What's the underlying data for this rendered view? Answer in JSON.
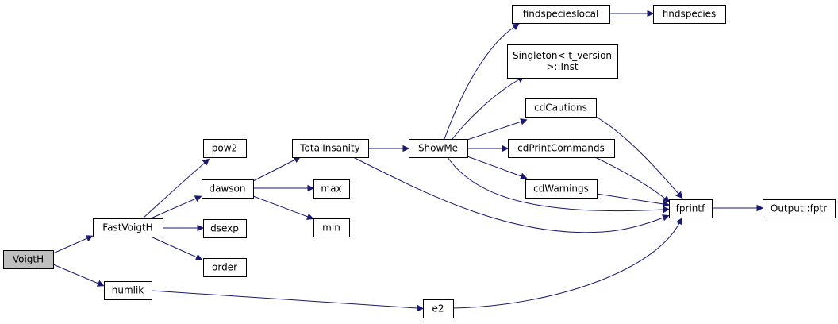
{
  "graph": {
    "nodes": [
      {
        "id": "voigth",
        "label": "VoigtH",
        "highlighted": true
      },
      {
        "id": "fastvoigth",
        "label": "FastVoigtH"
      },
      {
        "id": "humlik",
        "label": "humlik"
      },
      {
        "id": "pow2",
        "label": "pow2"
      },
      {
        "id": "dawson",
        "label": "dawson"
      },
      {
        "id": "dsexp",
        "label": "dsexp"
      },
      {
        "id": "order",
        "label": "order"
      },
      {
        "id": "totalinsanity",
        "label": "TotalInsanity"
      },
      {
        "id": "max",
        "label": "max"
      },
      {
        "id": "min",
        "label": "min"
      },
      {
        "id": "showme",
        "label": "ShowMe"
      },
      {
        "id": "e2",
        "label": "e2"
      },
      {
        "id": "findspecieslocal",
        "label": "findspecieslocal"
      },
      {
        "id": "findspecies",
        "label": "findspecies"
      },
      {
        "id": "singleton",
        "label": "Singleton< t_version\n>::Inst"
      },
      {
        "id": "cdcautions",
        "label": "cdCautions"
      },
      {
        "id": "cdprintcommands",
        "label": "cdPrintCommands"
      },
      {
        "id": "cdwarnings",
        "label": "cdWarnings"
      },
      {
        "id": "fprintf",
        "label": "fprintf"
      },
      {
        "id": "outputfptr",
        "label": "Output::fptr"
      }
    ],
    "edges": [
      [
        "voigth",
        "fastvoigth"
      ],
      [
        "voigth",
        "humlik"
      ],
      [
        "fastvoigth",
        "pow2"
      ],
      [
        "fastvoigth",
        "dawson"
      ],
      [
        "fastvoigth",
        "dsexp"
      ],
      [
        "fastvoigth",
        "order"
      ],
      [
        "dawson",
        "totalinsanity"
      ],
      [
        "dawson",
        "max"
      ],
      [
        "dawson",
        "min"
      ],
      [
        "totalinsanity",
        "showme"
      ],
      [
        "totalinsanity",
        "fprintf"
      ],
      [
        "showme",
        "findspecieslocal"
      ],
      [
        "showme",
        "singleton"
      ],
      [
        "showme",
        "cdcautions"
      ],
      [
        "showme",
        "cdprintcommands"
      ],
      [
        "showme",
        "cdwarnings"
      ],
      [
        "showme",
        "fprintf"
      ],
      [
        "findspecieslocal",
        "findspecies"
      ],
      [
        "cdcautions",
        "fprintf"
      ],
      [
        "cdprintcommands",
        "fprintf"
      ],
      [
        "cdwarnings",
        "fprintf"
      ],
      [
        "humlik",
        "e2"
      ],
      [
        "e2",
        "fprintf"
      ],
      [
        "fprintf",
        "outputfptr"
      ]
    ],
    "colors": {
      "edge": "#191970",
      "node_fill": "#ffffff",
      "highlight_fill": "#bfbfbf",
      "node_border": "#000000"
    }
  }
}
